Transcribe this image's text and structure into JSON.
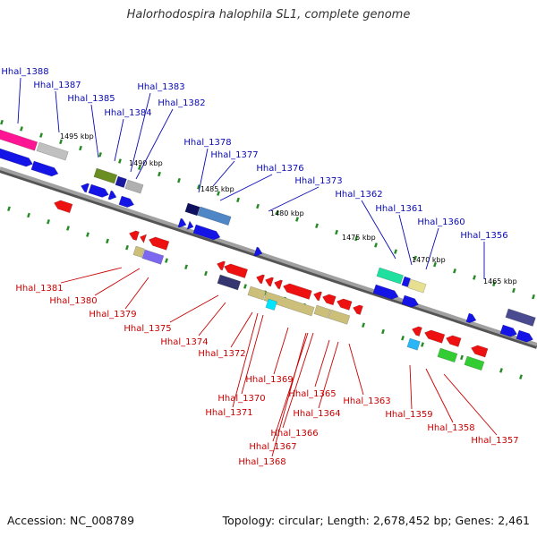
{
  "title": "Halorhodospira halophila SL1, complete genome",
  "footer": {
    "accession": "Accession: NC_008789",
    "summary": "Topology: circular; Length: 2,678,452 bp; Genes: 2,461"
  },
  "colors": {
    "top_label": "#0a0ab4",
    "bottom_label": "#c80000",
    "axis": "#9a9a9a",
    "tick": "#228b22"
  },
  "scale_ticks": [
    "1495 kbp",
    "1490 kbp",
    "1485 kbp",
    "1480 kbp",
    "1475 kbp",
    "1470 kbp",
    "1465 kbp"
  ],
  "top_genes": [
    "Hhal_1388",
    "Hhal_1387",
    "Hhal_1385",
    "Hhal_1384",
    "Hhal_1383",
    "Hhal_1382",
    "Hhal_1378",
    "Hhal_1377",
    "Hhal_1376",
    "Hhal_1373",
    "Hhal_1362",
    "Hhal_1361",
    "Hhal_1360",
    "Hhal_1356"
  ],
  "bottom_genes": [
    "Hhal_1381",
    "Hhal_1380",
    "Hhal_1379",
    "Hhal_1375",
    "Hhal_1374",
    "Hhal_1372",
    "Hhal_1370",
    "Hhal_1371",
    "Hhal_1369",
    "Hhal_1366",
    "Hhal_1367",
    "Hhal_1368",
    "Hhal_1365",
    "Hhal_1364",
    "Hhal_1363",
    "Hhal_1359",
    "Hhal_1358",
    "Hhal_1357"
  ]
}
